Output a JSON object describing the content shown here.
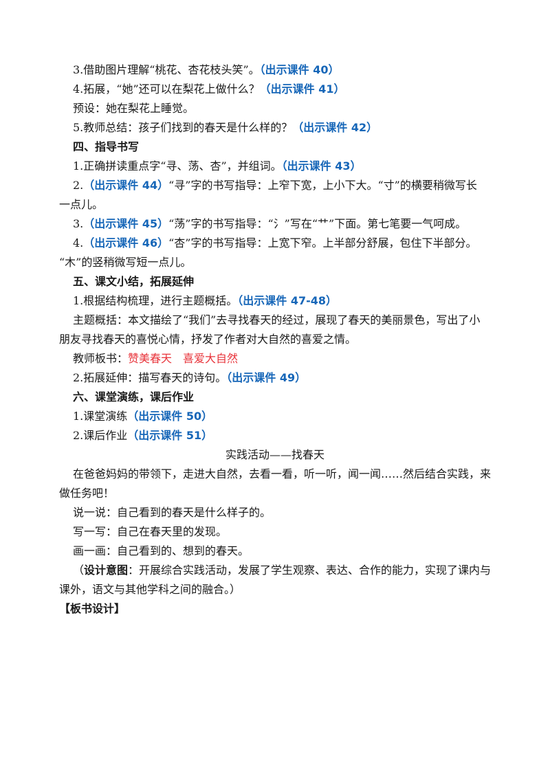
{
  "lines": {
    "l1": {
      "text": "3.借助图片理解“桃花、杏花枝头笑”。",
      "ref": "（出示课件 40）"
    },
    "l2": {
      "text": "4.拓展，“她”还可以在梨花上做什么？",
      "ref": "（出示课件 41）"
    },
    "l3": {
      "text": "预设：她在梨花上睡觉。"
    },
    "l4": {
      "text": "5.教师总结：孩子们找到的春天是什么样的？",
      "ref": "（出示课件 42）"
    },
    "h4": "四、指导书写",
    "l5": {
      "text": "1.正确拼读重点字“寻、荡、杏”，并组词。",
      "ref": "（出示课件 43）"
    },
    "l6": {
      "pre": "2.",
      "ref": "（出示课件 44）",
      "text": "“寻”字的书写指导：上窄下宽，上小下大。“寸”的横要稍微写长"
    },
    "l6b": "一点儿。",
    "l7": {
      "pre": "3.",
      "ref": "（出示课件 45）",
      "text": "“荡”字的书写指导：“氵”写在“艹”下面。第七笔要一气呵成。"
    },
    "l8": {
      "pre": "4.",
      "ref": "（出示课件 46）",
      "text": "“杏”字的书写指导：上宽下窄。上半部分舒展，包住下半部分。"
    },
    "l8b": "“木”的竖稍微写短一点儿。",
    "h5": "五、课文小结，拓展延伸",
    "l9": {
      "text": "1.根据结构梳理，进行主题概括。",
      "ref": "（出示课件 47-48）"
    },
    "l10": "主题概括：本文描绘了“我们”去寻找春天的经过，展现了春天的美丽景色，写出了小",
    "l10b": "朋友寻找春天的喜悦心情，抒发了作者对大自然的喜爱之情。",
    "l11": {
      "text": "教师板书：",
      "red1": "赞美春天",
      "red2": "喜爱大自然"
    },
    "l12": {
      "text": "2.拓展延伸：描写春天的诗句。",
      "ref": "（出示课件 49）"
    },
    "h6": "六、课堂演练，课后作业",
    "l13": {
      "text": "1.课堂演练",
      "ref": "（出示课件 50）"
    },
    "l14": {
      "text": "2.课后作业",
      "ref": "（出示课件 51）"
    },
    "activity_title": "实践活动——找春天",
    "l15": "在爸爸妈妈的带领下，走进大自然，去看一看，听一听，闻一闻……然后结合实践，来",
    "l15b": "做任务吧！",
    "l16": "说一说：自己看到的春天是什么样子的。",
    "l17": "写一写：自己在春天里的发现。",
    "l18": "画一画：自己看到的、想到的春天。",
    "l19": {
      "open": "（",
      "bold": "设计意图",
      "text": "：开展综合实践活动，发展了学生观察、表达、合作的能力，实现了课内与"
    },
    "l19b": "课外，语文与其他学科之间的融合。）",
    "board": "【板书设计】"
  }
}
